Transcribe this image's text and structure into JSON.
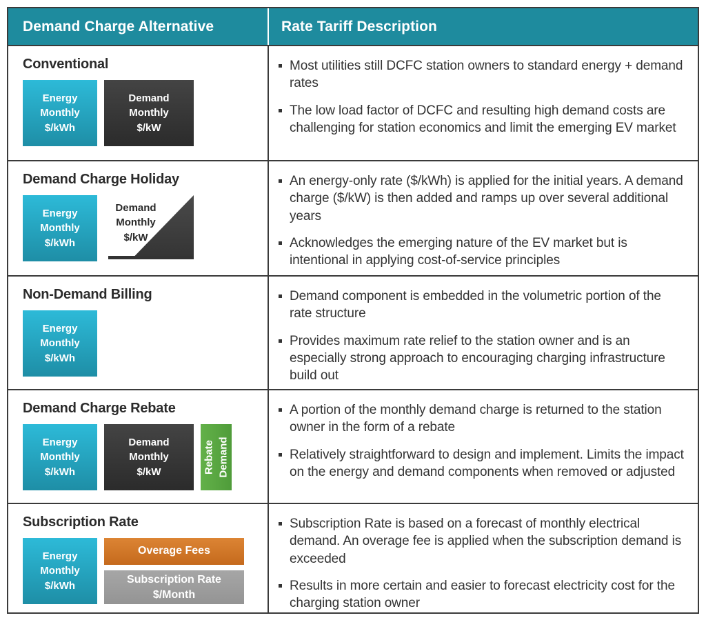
{
  "header": {
    "col_alternative": "Demand Charge Alternative",
    "col_description": "Rate Tariff Description",
    "accent_color": "#1e8b9e"
  },
  "colors": {
    "energy_block": "#2dbad8",
    "demand_block": "#3a3a3a",
    "rebate_block": "#5aab46",
    "overage_block": "#d2762a",
    "subscription_block": "#9a9a9a",
    "border": "#3a3a3a",
    "text": "#333333"
  },
  "blocks": {
    "energy": {
      "line1": "Energy",
      "line2": "Monthly",
      "line3": "$/kWh"
    },
    "demand": {
      "line1": "Demand",
      "line2": "Monthly",
      "line3": "$/kW"
    },
    "rebate": {
      "line1": "Demand",
      "line2": "Rebate"
    },
    "overage": {
      "line1": "Overage Fees"
    },
    "subscription": {
      "line1": "Subscription Rate",
      "line2": "$/Month"
    }
  },
  "rows": [
    {
      "title": "Conventional",
      "bullets": [
        "Most utilities still DCFC station owners to standard energy + demand rates",
        "The low load factor of DCFC and resulting high demand costs are challenging for station economics and limit the emerging EV market"
      ]
    },
    {
      "title": "Demand Charge Holiday",
      "bullets": [
        "An energy-only rate ($/kWh) is applied for the initial years. A demand charge ($/kW) is then added and ramps up over several additional years",
        "Acknowledges the emerging nature of the EV market but is intentional in applying cost-of-service principles"
      ]
    },
    {
      "title": "Non-Demand Billing",
      "bullets": [
        "Demand component is embedded in the volumetric portion of the rate structure",
        "Provides maximum rate relief to the station owner and is an especially strong approach to encouraging charging infrastructure build out"
      ]
    },
    {
      "title": "Demand Charge Rebate",
      "bullets": [
        "A portion of the monthly demand charge is returned to the station owner in the form of a rebate",
        "Relatively straightforward to design and implement. Limits the impact on the energy and demand components when removed or adjusted"
      ]
    },
    {
      "title": "Subscription Rate",
      "bullets": [
        "Subscription Rate is based on a forecast of monthly electrical demand. An overage fee is applied when the subscription demand is exceeded",
        "Results in more certain and easier to forecast electricity cost for the charging station owner"
      ]
    }
  ]
}
